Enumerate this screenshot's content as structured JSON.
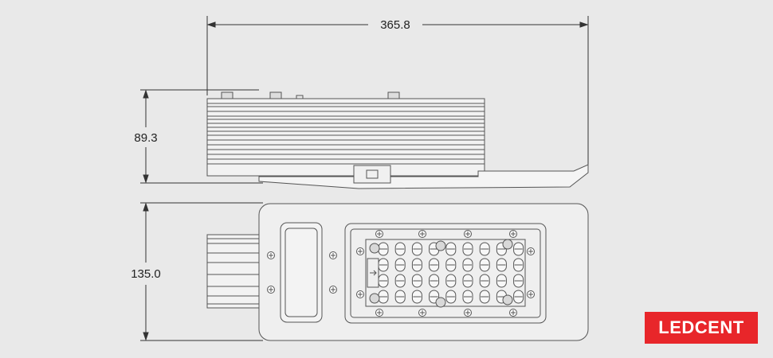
{
  "dimensions": {
    "length": "365.8",
    "height": "89.3",
    "width": "135.0"
  },
  "logo": {
    "text": "LEDCENT"
  },
  "led_grid": {
    "columns": 9,
    "rows": 4
  },
  "colors": {
    "background": "#e9e9e9",
    "logo": "#e8262a",
    "line": "#555555"
  }
}
